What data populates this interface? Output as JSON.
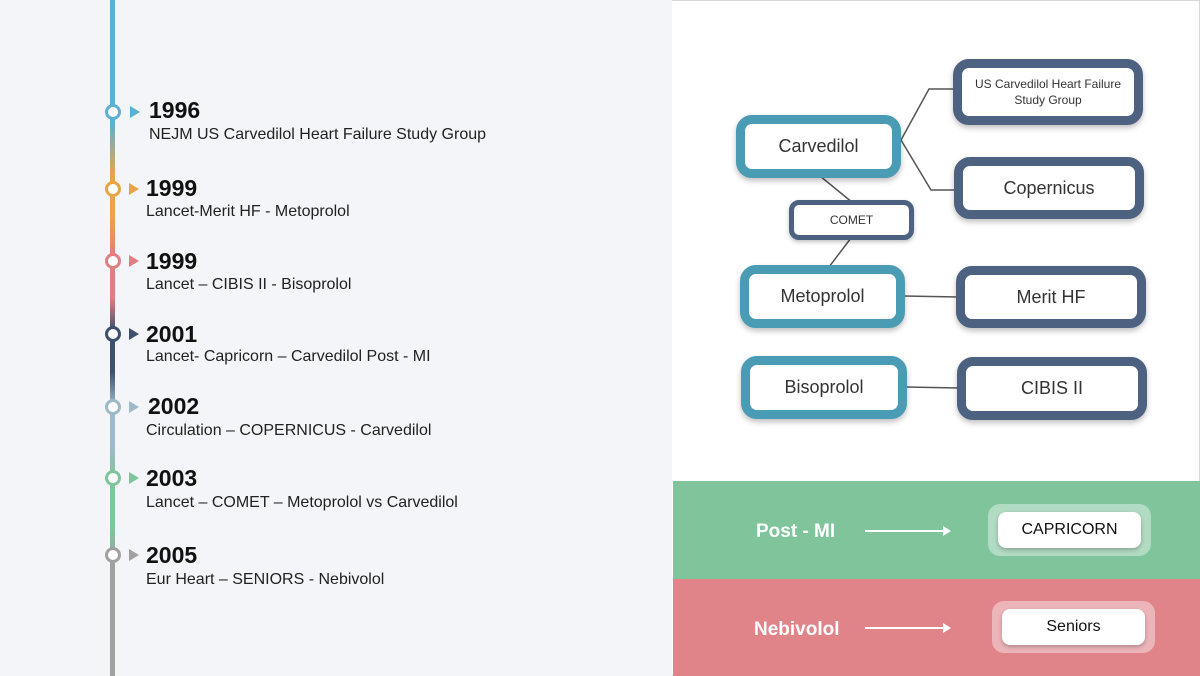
{
  "timeline": [
    {
      "year": "1996",
      "desc": "NEJM US Carvedilol Heart Failure Study Group",
      "color": "#5bb0d4"
    },
    {
      "year": "1999",
      "desc": "Lancet-Merit HF - Metoprolol",
      "color": "#e8a44a"
    },
    {
      "year": "1999",
      "desc": "Lancet – CIBIS II - Bisoprolol",
      "color": "#e07f82"
    },
    {
      "year": "2001",
      "desc": "Lancet- Capricorn – Carvedilol Post - MI",
      "color": "#3d5070"
    },
    {
      "year": "2002",
      "desc": "Circulation – COPERNICUS - Carvedilol",
      "color": "#9dbac8"
    },
    {
      "year": "2003",
      "desc": "Lancet – COMET – Metoprolol vs Carvedilol",
      "color": "#7ec59a"
    },
    {
      "year": "2005",
      "desc": "Eur Heart – SENIORS - Nebivolol",
      "color": "#a0a0a0"
    }
  ],
  "diagram": {
    "carvedilol": "Carvedilol",
    "us_study": "US Carvedilol Heart Failure Study Group",
    "copernicus": "Copernicus",
    "comet": "COMET",
    "metoprolol": "Metoprolol",
    "merit": "Merit HF",
    "bisoprolol": "Bisoprolol",
    "cibis": "CIBIS II"
  },
  "bands": {
    "post_mi": {
      "label": "Post - MI",
      "box": "CAPRICORN",
      "color": "#7fc49b"
    },
    "nebivolol": {
      "label": "Nebivolol",
      "box": "Seniors",
      "color": "#e0848a"
    }
  },
  "colors": {
    "teal": "#4a9bb4",
    "slate": "#4d6180",
    "connector": "#555555"
  }
}
